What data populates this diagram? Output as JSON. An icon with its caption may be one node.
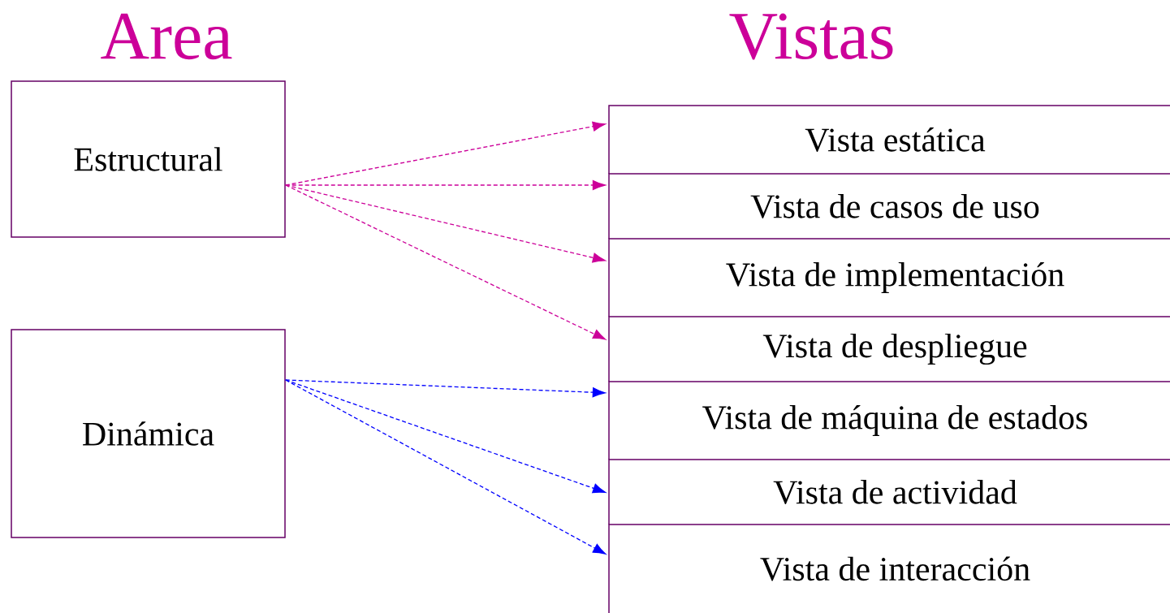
{
  "diagram": {
    "nodes": [
      {
        "text": [
          "Estructural"
        ]
      },
      {
        "text": [
          "Dinámica"
        ]
      },
      {
        "text": [
          "Vista estática"
        ]
      },
      {
        "text": [
          "Vista de casos de uso"
        ]
      },
      {
        "text": [
          "Vista de implementación"
        ]
      },
      {
        "text": [
          "Vista de despliegue"
        ]
      },
      {
        "text": [
          "Vista de máquina de estados"
        ]
      },
      {
        "text": [
          "Vista de actividad"
        ]
      },
      {
        "text": [
          "Vista de interacción"
        ]
      }
    ],
    "edges": [
      {
        "from": 0,
        "to": 2,
        "arrow": "to",
        "style": "dashed"
      },
      {
        "from": 0,
        "to": 3,
        "arrow": "to",
        "style": "dashed"
      },
      {
        "from": 0,
        "to": 4,
        "arrow": "to",
        "style": "dashed"
      },
      {
        "from": 0,
        "to": 5,
        "arrow": "to",
        "style": "dashed"
      },
      {
        "from": 1,
        "to": 6,
        "arrow": "to",
        "style": "dashed",
        "color": "#0000ff"
      },
      {
        "from": 1,
        "to": 7,
        "arrow": "to",
        "style": "dashed",
        "color": "#0000ff"
      },
      {
        "from": 1,
        "to": 8,
        "arrow": "to",
        "style": "dashed",
        "color": "#0000ff"
      }
    ],
    "labels": [
      "Area",
      "Vistas"
    ]
  }
}
